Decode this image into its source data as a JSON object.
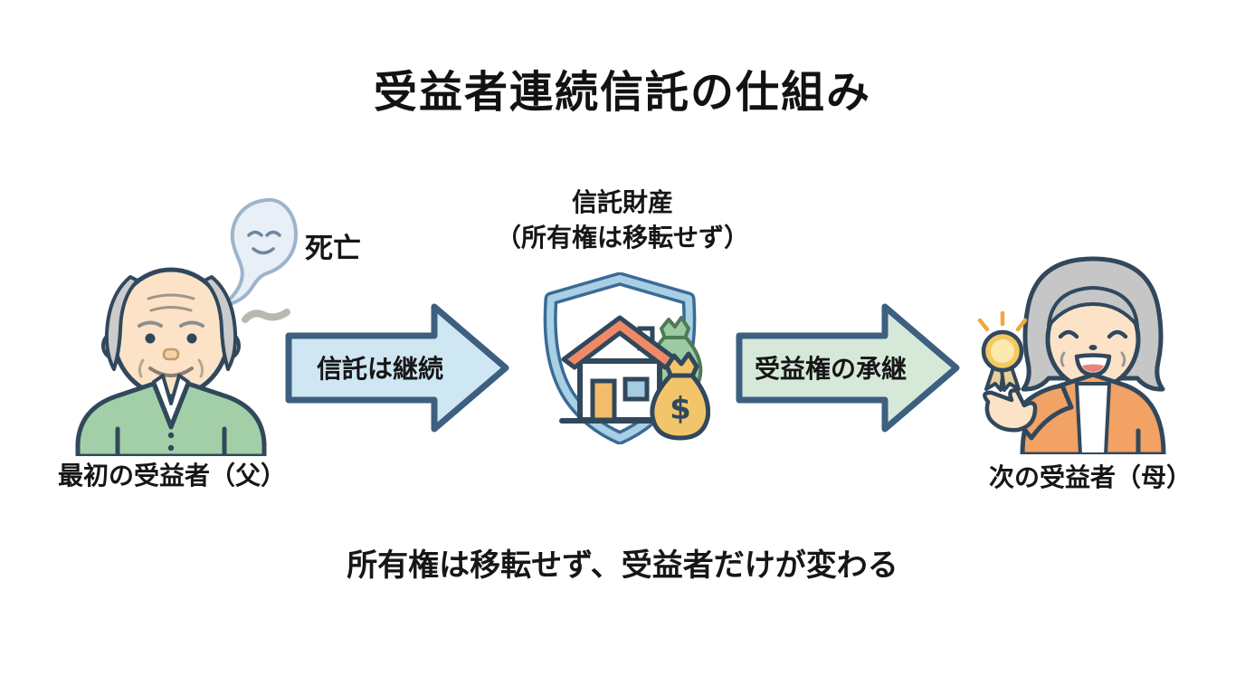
{
  "title": "受益者連続信託の仕組み",
  "ghost": {
    "death_label": "死亡"
  },
  "trust_property": {
    "line1": "信託財産",
    "line2": "（所有権は移転せず）"
  },
  "arrows": {
    "left": {
      "label": "信託は継続",
      "fill": "#cfe6f3",
      "stroke": "#3d5f80"
    },
    "right": {
      "label": "受益権の承継",
      "fill": "#d6e9d9",
      "stroke": "#3d5f80"
    }
  },
  "beneficiaries": {
    "first": {
      "label": "最初の受益者（父）"
    },
    "next": {
      "label": "次の受益者（母）"
    }
  },
  "footer": {
    "message": "所有権は移転せず、受益者だけが変わる"
  },
  "icons": {
    "dollar": "$"
  },
  "colors": {
    "background": "#ffffff",
    "text": "#161616",
    "outline_navy": "#31485c",
    "shield_band_light": "#a9cfe4",
    "shield_band_dark": "#3a6b96",
    "sweater_green": "#a3cfa8",
    "cardigan_orange": "#f2a264",
    "skin": "#fce3c8",
    "hair_gray": "#c6c6c6",
    "roof_orange": "#ef8a66",
    "door_yellow": "#f2bc6a",
    "window_blue": "#a5cde0",
    "money_bag_green": "#9ecaa1",
    "money_bag_green_outline": "#4c7b55",
    "money_bag_gold": "#f3c56b",
    "medal_gold": "#f4c863",
    "ghost_fill": "#e9eff6",
    "ghost_outline": "#9db4cc"
  }
}
